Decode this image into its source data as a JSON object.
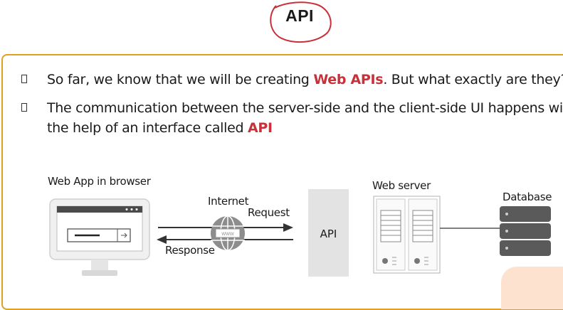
{
  "slide": {
    "title": "API"
  },
  "bullets": [
    {
      "text_before": "So far, we know that we will be creating ",
      "highlight": "Web APIs",
      "text_after": ". But what exactly are they?"
    },
    {
      "line1": "The communication between the server-side and the client-side UI happens with",
      "line2_before": "the help of an interface called ",
      "highlight": "API"
    }
  ],
  "diagram": {
    "browser_label": "Web App in browser",
    "internet_label": "Internet",
    "request_label": "Request",
    "response_label": "Response",
    "globe_text": "www",
    "api_label": "API",
    "webserver_label": "Web server",
    "database_label": "Database"
  },
  "colors": {
    "accent": "#c8303a",
    "box_border": "#e0a020",
    "title_circle": "#c8303a"
  }
}
